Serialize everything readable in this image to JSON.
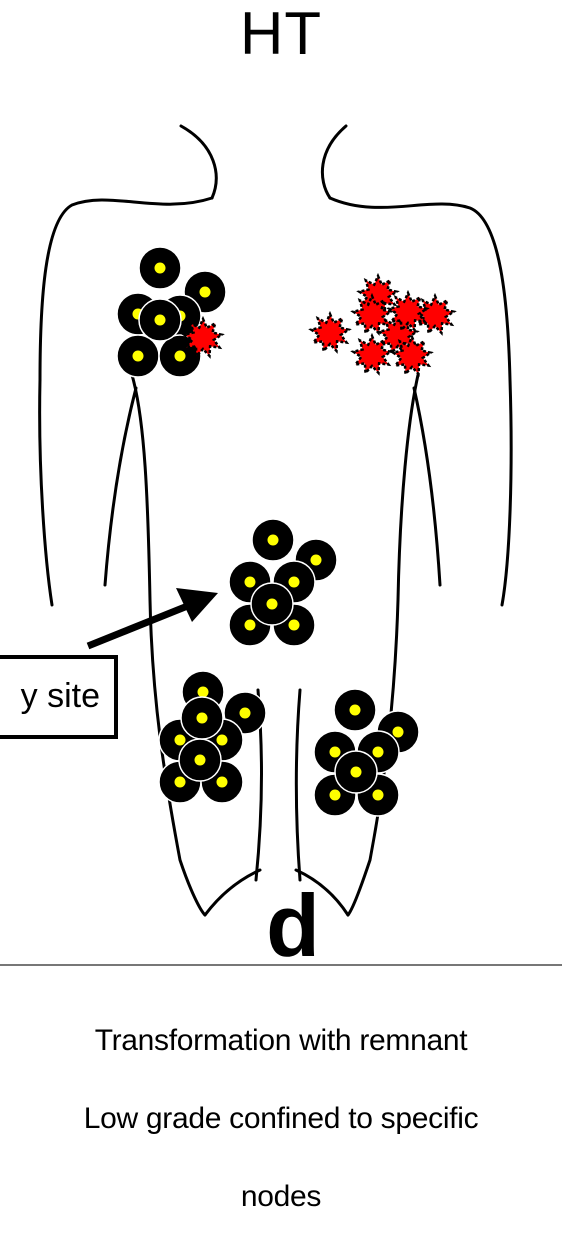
{
  "title": "HT",
  "panel_letter": "d",
  "site_label": "y site",
  "caption_lines": [
    "Transformation with remnant",
    "Low grade confined to specific",
    "nodes"
  ],
  "colors": {
    "node_ring": "#000000",
    "node_core": "#ffff00",
    "transformed_node": "#ff0000",
    "outline": "#000000"
  },
  "legend_concepts": {
    "round_node": "low-grade node (yellow core, black ring)",
    "spiky_node": "transformed node (red star)"
  },
  "node_groups": [
    {
      "id": "right-axilla",
      "kind": "low-grade",
      "count": 7
    },
    {
      "id": "right-axilla",
      "kind": "transformed",
      "count": 1
    },
    {
      "id": "left-axilla",
      "kind": "transformed",
      "count": 8
    },
    {
      "id": "abdomen",
      "kind": "low-grade",
      "count": 7
    },
    {
      "id": "right-groin",
      "kind": "low-grade",
      "count": 8
    },
    {
      "id": "left-groin",
      "kind": "low-grade",
      "count": 7
    }
  ]
}
